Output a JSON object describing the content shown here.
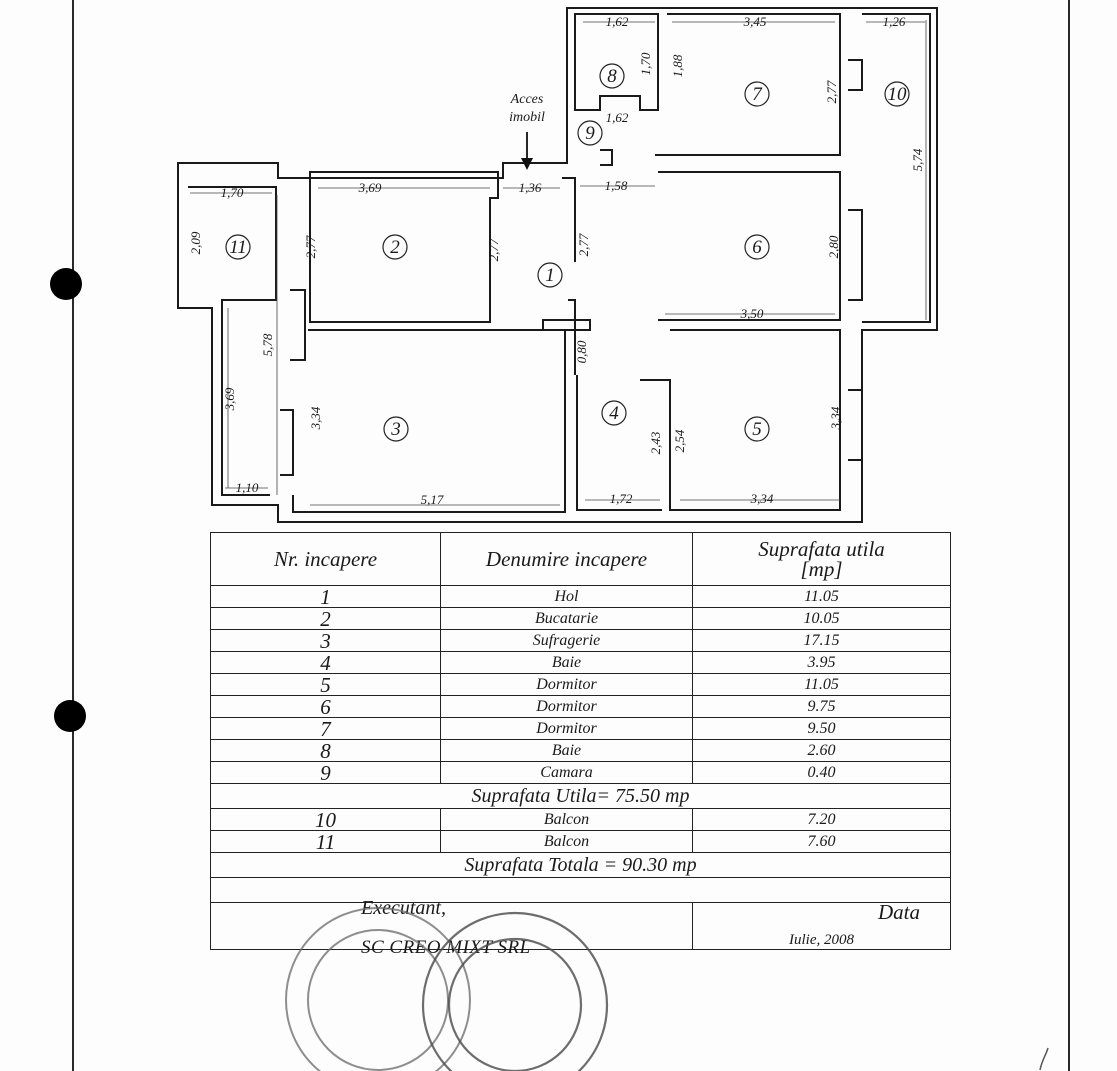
{
  "plan": {
    "access_label_line1": "Acces",
    "access_label_line2": "imobil",
    "room_markers": [
      "1",
      "2",
      "3",
      "4",
      "5",
      "6",
      "7",
      "8",
      "9",
      "10",
      "11"
    ],
    "dimensions": [
      "1,62",
      "3,45",
      "1,26",
      "1,70",
      "1,88",
      "2,77",
      "5,74",
      "1,62",
      "1,70",
      "3,69",
      "1,36",
      "1,58",
      "2,09",
      "2,77",
      "2,77",
      "2,77",
      "2,80",
      "5,78",
      "3,50",
      "0,80",
      "3,69",
      "3,34",
      "2,43",
      "2,54",
      "3,34",
      "1,10",
      "5,17",
      "1,72",
      "3,34"
    ]
  },
  "table": {
    "headers": [
      "Nr. incapere",
      "Denumire incapere",
      "Suprafata utila",
      "[mp]"
    ],
    "rooms": [
      {
        "nr": "1",
        "name": "Hol",
        "area": "11.05"
      },
      {
        "nr": "2",
        "name": "Bucatarie",
        "area": "10.05"
      },
      {
        "nr": "3",
        "name": "Sufragerie",
        "area": "17.15"
      },
      {
        "nr": "4",
        "name": "Baie",
        "area": "3.95"
      },
      {
        "nr": "5",
        "name": "Dormitor",
        "area": "11.05"
      },
      {
        "nr": "6",
        "name": "Dormitor",
        "area": "9.75"
      },
      {
        "nr": "7",
        "name": "Dormitor",
        "area": "9.50"
      },
      {
        "nr": "8",
        "name": "Baie",
        "area": "2.60"
      },
      {
        "nr": "9",
        "name": "Camara",
        "area": "0.40"
      }
    ],
    "useful_total": "Suprafata Utila= 75.50 mp",
    "balconies": [
      {
        "nr": "10",
        "name": "Balcon",
        "area": "7.20"
      },
      {
        "nr": "11",
        "name": "Balcon",
        "area": "7.60"
      }
    ],
    "grand_total": "Suprafata Totala = 90.30 mp",
    "executant_label": "Executant,",
    "company": "SC CREO MIXT SRL",
    "data_label": "Data",
    "data_value": "Iulie, 2008"
  }
}
